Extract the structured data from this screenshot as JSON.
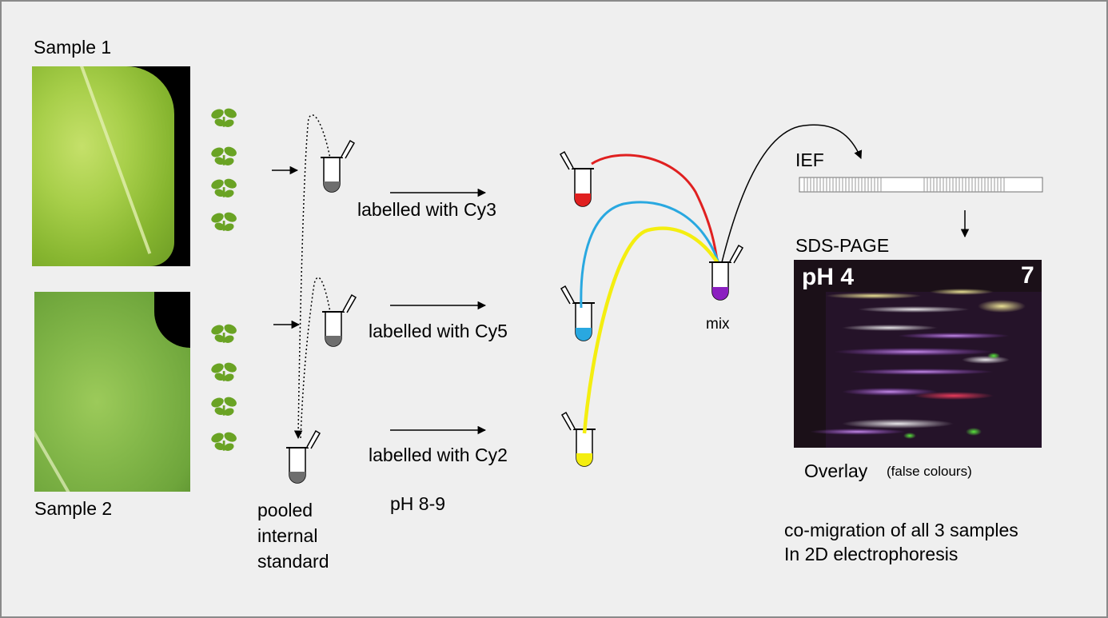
{
  "samples": {
    "sample1": "Sample 1",
    "sample2": "Sample 2"
  },
  "internal_standard": {
    "line1": "pooled",
    "line2": "internal",
    "line3": "standard"
  },
  "labelling": {
    "cy3": "labelled with Cy3",
    "cy5": "labelled with Cy5",
    "cy2": "labelled with Cy2",
    "ph": "pH 8-9"
  },
  "mix_label": "mix",
  "ief_label": "IEF",
  "sds_page_label": "SDS-PAGE",
  "gel": {
    "ph_low": "pH 4",
    "ph_high": "7"
  },
  "overlay": {
    "title": "Overlay",
    "note": "(false colours)"
  },
  "caption": {
    "line1": "co-migration of all 3 samples",
    "line2": "In 2D electrophoresis"
  },
  "colors": {
    "cy3": "#e02020",
    "cy5": "#29a8e0",
    "cy2": "#f4ee10",
    "mix": "#8b1fc0",
    "standard": "#6e6e6e",
    "leaf_icon": "#6aa324"
  },
  "icons": [
    "seedling-icon",
    "tube-icon",
    "arrow-icon"
  ]
}
